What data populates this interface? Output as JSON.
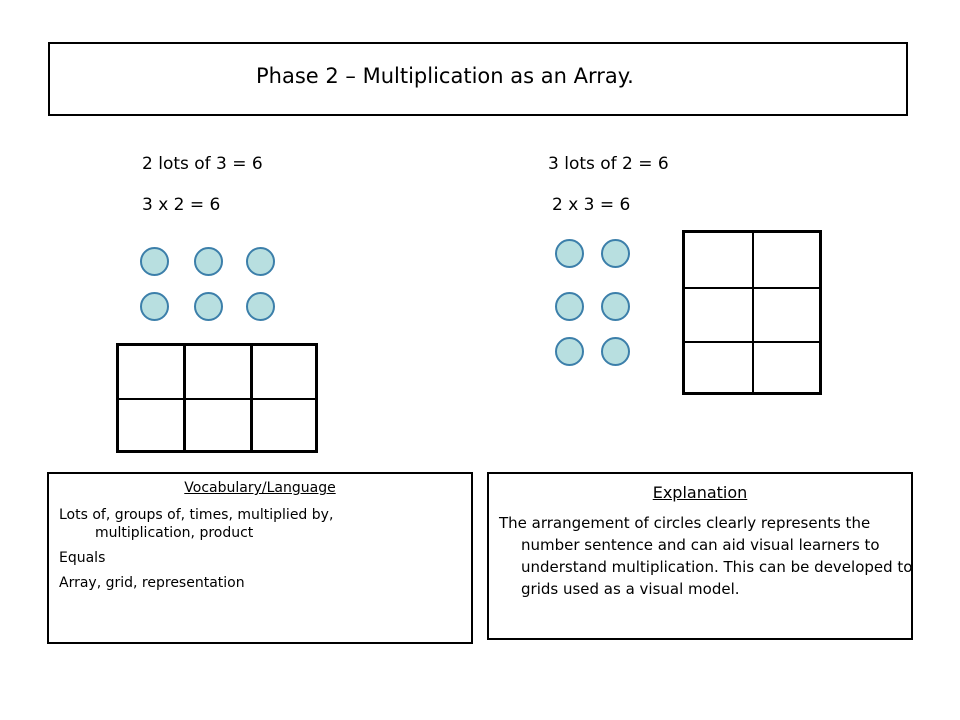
{
  "title": "Phase 2 – Multiplication as an Array.",
  "left_example": {
    "lots_sentence": "2 lots of 3 = 6",
    "multiplication": "3 x 2 = 6"
  },
  "right_example": {
    "lots_sentence": "3 lots of 2 = 6",
    "multiplication": "2 x 3 = 6"
  },
  "vocabulary": {
    "heading": "Vocabulary/Language",
    "lines": [
      "Lots of, groups of, times, multiplied by,",
      "multiplication, product",
      "Equals",
      "Array, grid, representation"
    ]
  },
  "explanation": {
    "heading": "Explanation",
    "text": "The arrangement of circles clearly represents the number sentence and can aid visual learners to understand multiplication. This can be developed to grids used as a visual model."
  },
  "colors": {
    "circle_fill": "#b8dfe0",
    "circle_stroke": "#3c7faa"
  }
}
